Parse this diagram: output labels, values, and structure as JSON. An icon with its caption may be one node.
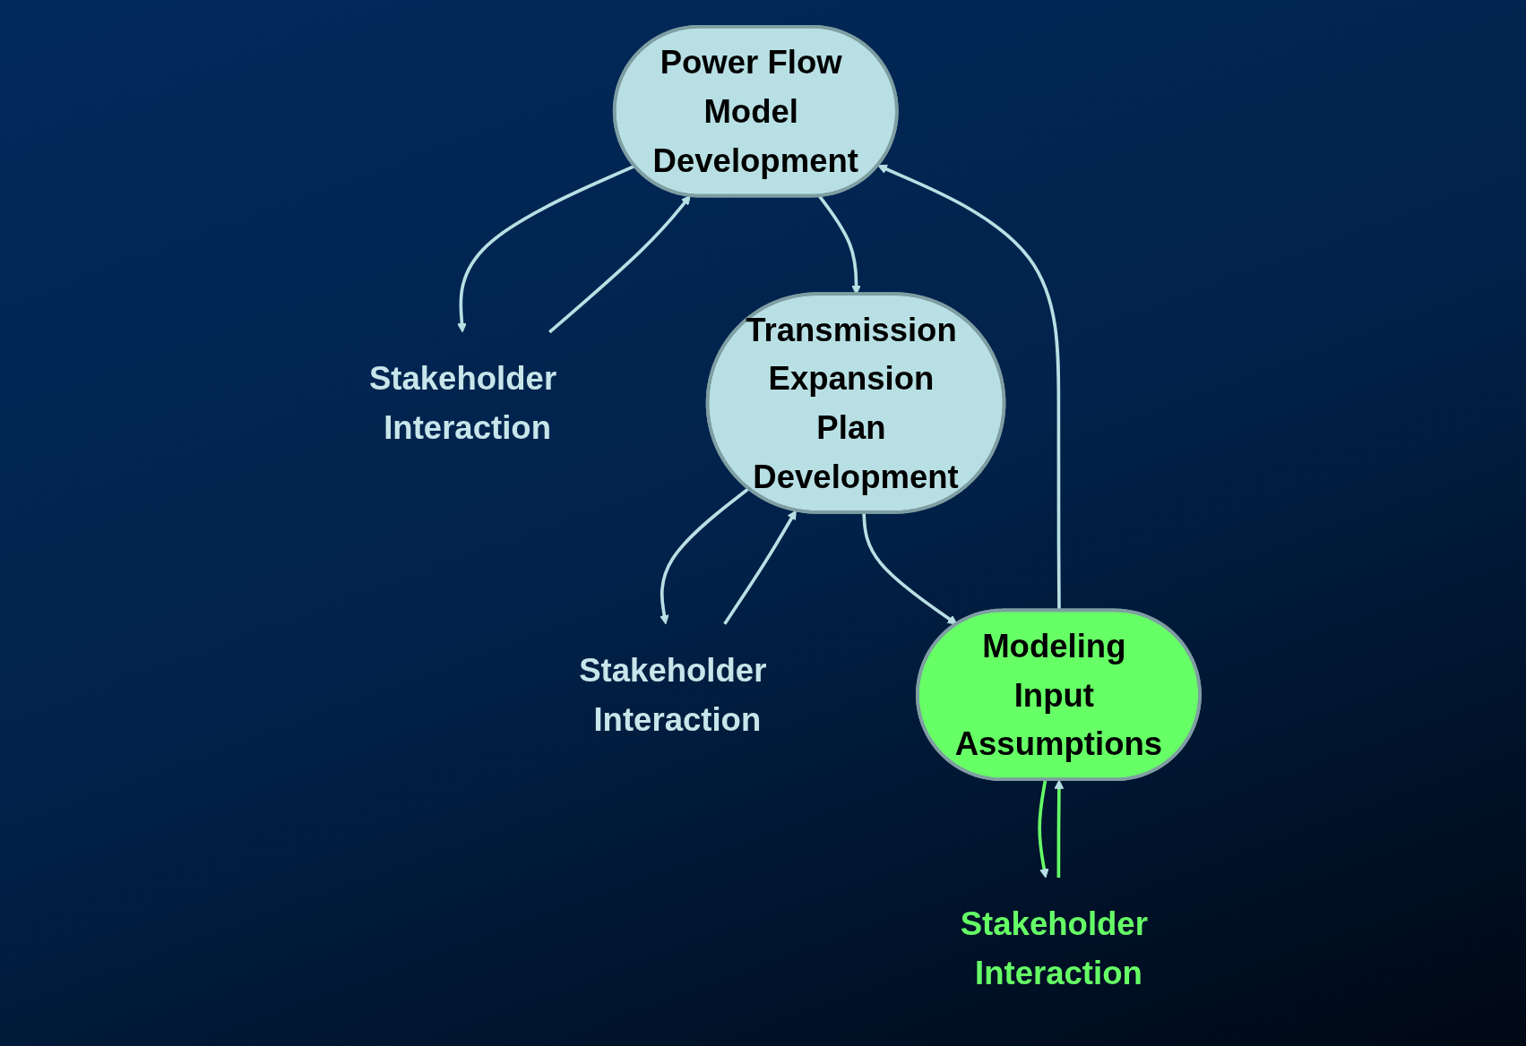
{
  "diagram": {
    "nodes": [
      {
        "text": [
          "Power Flow Model Development"
        ]
      },
      {
        "text": [
          "Stakeholder Interaction"
        ]
      },
      {
        "text": [
          "Stakeholder Interaction"
        ]
      },
      {
        "text": [
          "Transmission Expansion Plan Development"
        ]
      },
      {
        "text": [
          "Stakeholder Interaction"
        ]
      },
      {
        "text": [
          "Modeling Input Assumptions"
        ]
      }
    ],
    "edges": [
      {
        "from": 5,
        "to": 0,
        "arrow": "to"
      },
      {
        "from": 0,
        "to": 3,
        "arrow": "to"
      },
      {
        "from": 3,
        "to": 5,
        "arrow": "to"
      },
      {
        "from": 0,
        "to": 1,
        "arrow": "to"
      },
      {
        "from": 1,
        "to": 0,
        "arrow": "to"
      },
      {
        "from": 2,
        "to": 3,
        "arrow": "to"
      },
      {
        "from": 3,
        "to": 2,
        "arrow": "to"
      },
      {
        "from": 4,
        "to": 5,
        "arrow": "to",
        "color": "#66ff66"
      },
      {
        "from": 5,
        "to": 4,
        "arrow": "to",
        "color": "#66ff66"
      }
    ]
  }
}
